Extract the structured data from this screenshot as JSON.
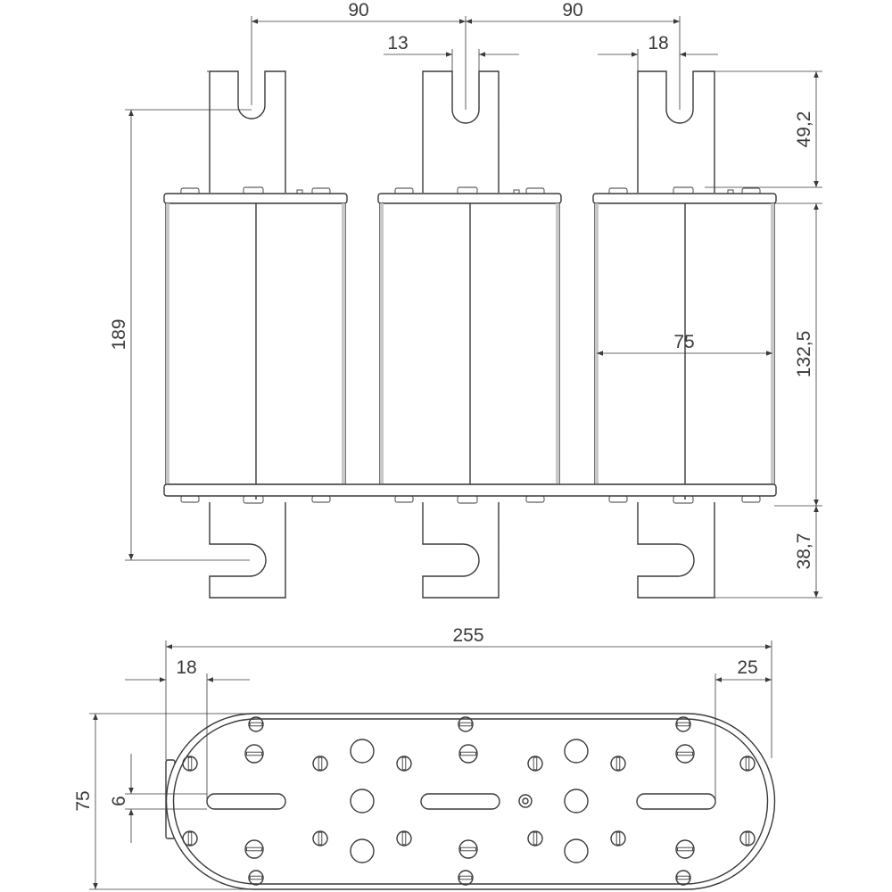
{
  "dimensions": {
    "pitch_left": "90",
    "pitch_right": "90",
    "slot_13": "13",
    "slot_18_top": "18",
    "top_tag_height": "49,2",
    "overall_height": "189",
    "body_height": "132,5",
    "body_width": "75",
    "bottom_tag_height": "38,7",
    "overall_length": "255",
    "slot_18_bottom": "18",
    "end_25": "25",
    "base_width": "75",
    "slot_width_6": "6"
  }
}
